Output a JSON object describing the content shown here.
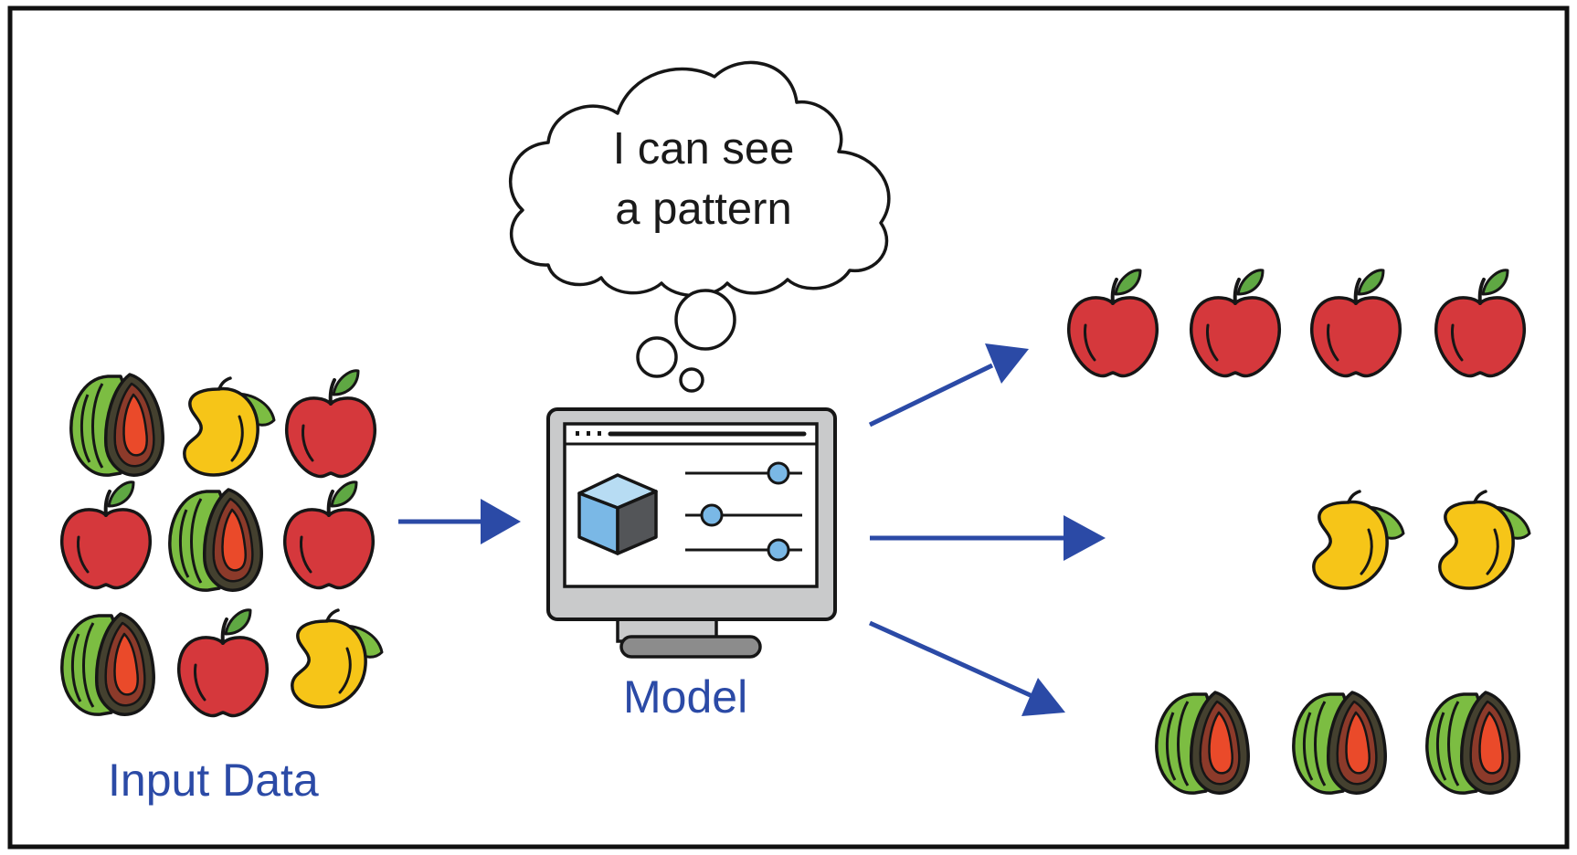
{
  "diagram": {
    "thought_text_line1": "I can see",
    "thought_text_line2": "a pattern",
    "input_label": "Input Data",
    "model_label": "Model",
    "colors": {
      "accent": "#2b4aa6",
      "frame": "#111111",
      "apple": "#d5383c",
      "mango": "#f6c518",
      "guava_skin": "#7cbd42",
      "guava_flesh": "#ea4a2a",
      "leaf": "#5fa843",
      "monitor": "#c9cacb",
      "cube": "#7ab8e6"
    },
    "icons": {
      "apple": "apple-icon",
      "mango": "mango-icon",
      "guava": "guava-icon",
      "computer": "computer-monitor-icon",
      "cloud": "thought-cloud-icon"
    },
    "input_grid": [
      [
        "guava",
        "mango",
        "apple"
      ],
      [
        "apple",
        "guava",
        "apple"
      ],
      [
        "guava",
        "apple",
        "mango"
      ]
    ],
    "output_groups": [
      {
        "fruit": "apple",
        "count": 4
      },
      {
        "fruit": "mango",
        "count": 2
      },
      {
        "fruit": "guava",
        "count": 3
      }
    ]
  }
}
